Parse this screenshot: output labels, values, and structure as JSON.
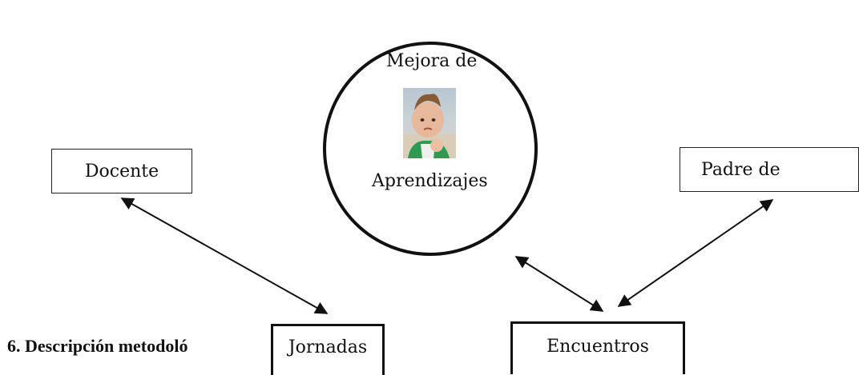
{
  "center": {
    "title": "Mejora de",
    "subtitle": "Aprendizajes",
    "photo_icon": "baby-fist-photo"
  },
  "nodes": {
    "docente": "Docente",
    "padre": "Padre de",
    "jornadas": "Jornadas",
    "encuentros": "Encuentros"
  },
  "heading": "6. Descripción metodoló",
  "colors": {
    "stroke": "#111111",
    "background": "#ffffff"
  }
}
